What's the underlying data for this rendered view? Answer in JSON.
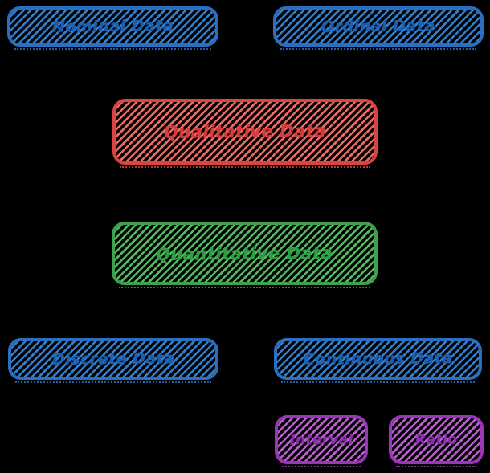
{
  "canvas": {
    "background_color": "#000000"
  },
  "diagram": {
    "nodes": {
      "nominal": {
        "label": "Nominal Data",
        "stripe_color": "#3080d2",
        "border_color": "#2a6fc0",
        "text_color": "#1d5fae"
      },
      "ordinal": {
        "label": "Ordinal Data",
        "stripe_color": "#3080d2",
        "border_color": "#2a6fc0",
        "text_color": "#1d5fae"
      },
      "qualitative": {
        "label": "Qualitative Data",
        "stripe_color": "#ed6a65",
        "border_color": "#d94540",
        "text_color": "#d63c3c"
      },
      "quantitative": {
        "label": "Quantitative Data",
        "stripe_color": "#53b961",
        "border_color": "#3fa04d",
        "text_color": "#2e9e44"
      },
      "discrete": {
        "label": "Discrete Data",
        "stripe_color": "#3080d2",
        "border_color": "#2a6fc0",
        "text_color": "#1d5fae"
      },
      "continuous": {
        "label": "Continuous Data",
        "stripe_color": "#3080d2",
        "border_color": "#2a6fc0",
        "text_color": "#1d5fae"
      },
      "interval": {
        "label": "Interval",
        "stripe_color": "#b95fd0",
        "border_color": "#9b36b8",
        "text_color": "#8a2dab"
      },
      "ratio": {
        "label": "Ratio",
        "stripe_color": "#b95fd0",
        "border_color": "#9b36b8",
        "text_color": "#8a2dab"
      }
    }
  }
}
